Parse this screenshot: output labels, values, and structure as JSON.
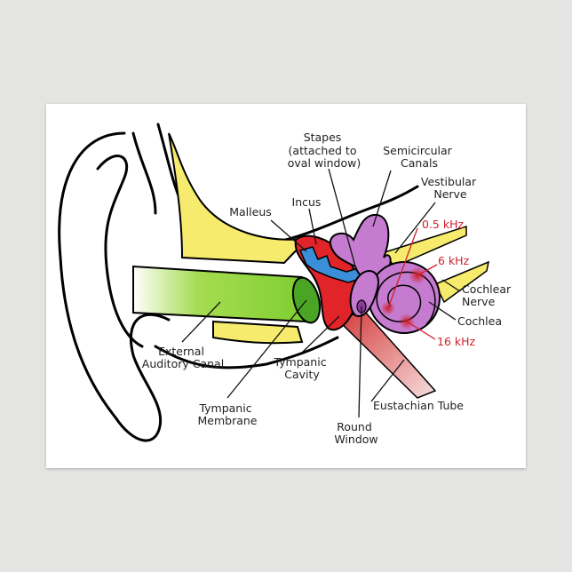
{
  "labels": {
    "stapes": [
      "Stapes",
      "(attached to",
      "oval window)"
    ],
    "semicircular_canals": [
      "Semicircular",
      "Canals"
    ],
    "vestibular_nerve": [
      "Vestibular",
      "Nerve"
    ],
    "incus": "Incus",
    "malleus": "Malleus",
    "freq_low": "0.5 kHz",
    "freq_mid": "6 kHz",
    "freq_high": "16 kHz",
    "cochlear_nerve": [
      "Cochlear",
      "Nerve"
    ],
    "cochlea": "Cochlea",
    "external_auditory_canal": [
      "External",
      "Auditory Canal"
    ],
    "tympanic_cavity": [
      "Tympanic",
      "Cavity"
    ],
    "eustachian_tube": "Eustachian Tube",
    "tympanic_membrane": [
      "Tympanic",
      "Membrane"
    ],
    "round_window": [
      "Round",
      "Window"
    ]
  },
  "colors": {
    "bone": "#f3e55a",
    "canal": "#8ad33a",
    "middle_ear": "#e0242a",
    "ossicles": "#3b8fd8",
    "inner_ear": "#c57bd0",
    "frequency": "#d0202a",
    "background": "#e4e4e2"
  }
}
